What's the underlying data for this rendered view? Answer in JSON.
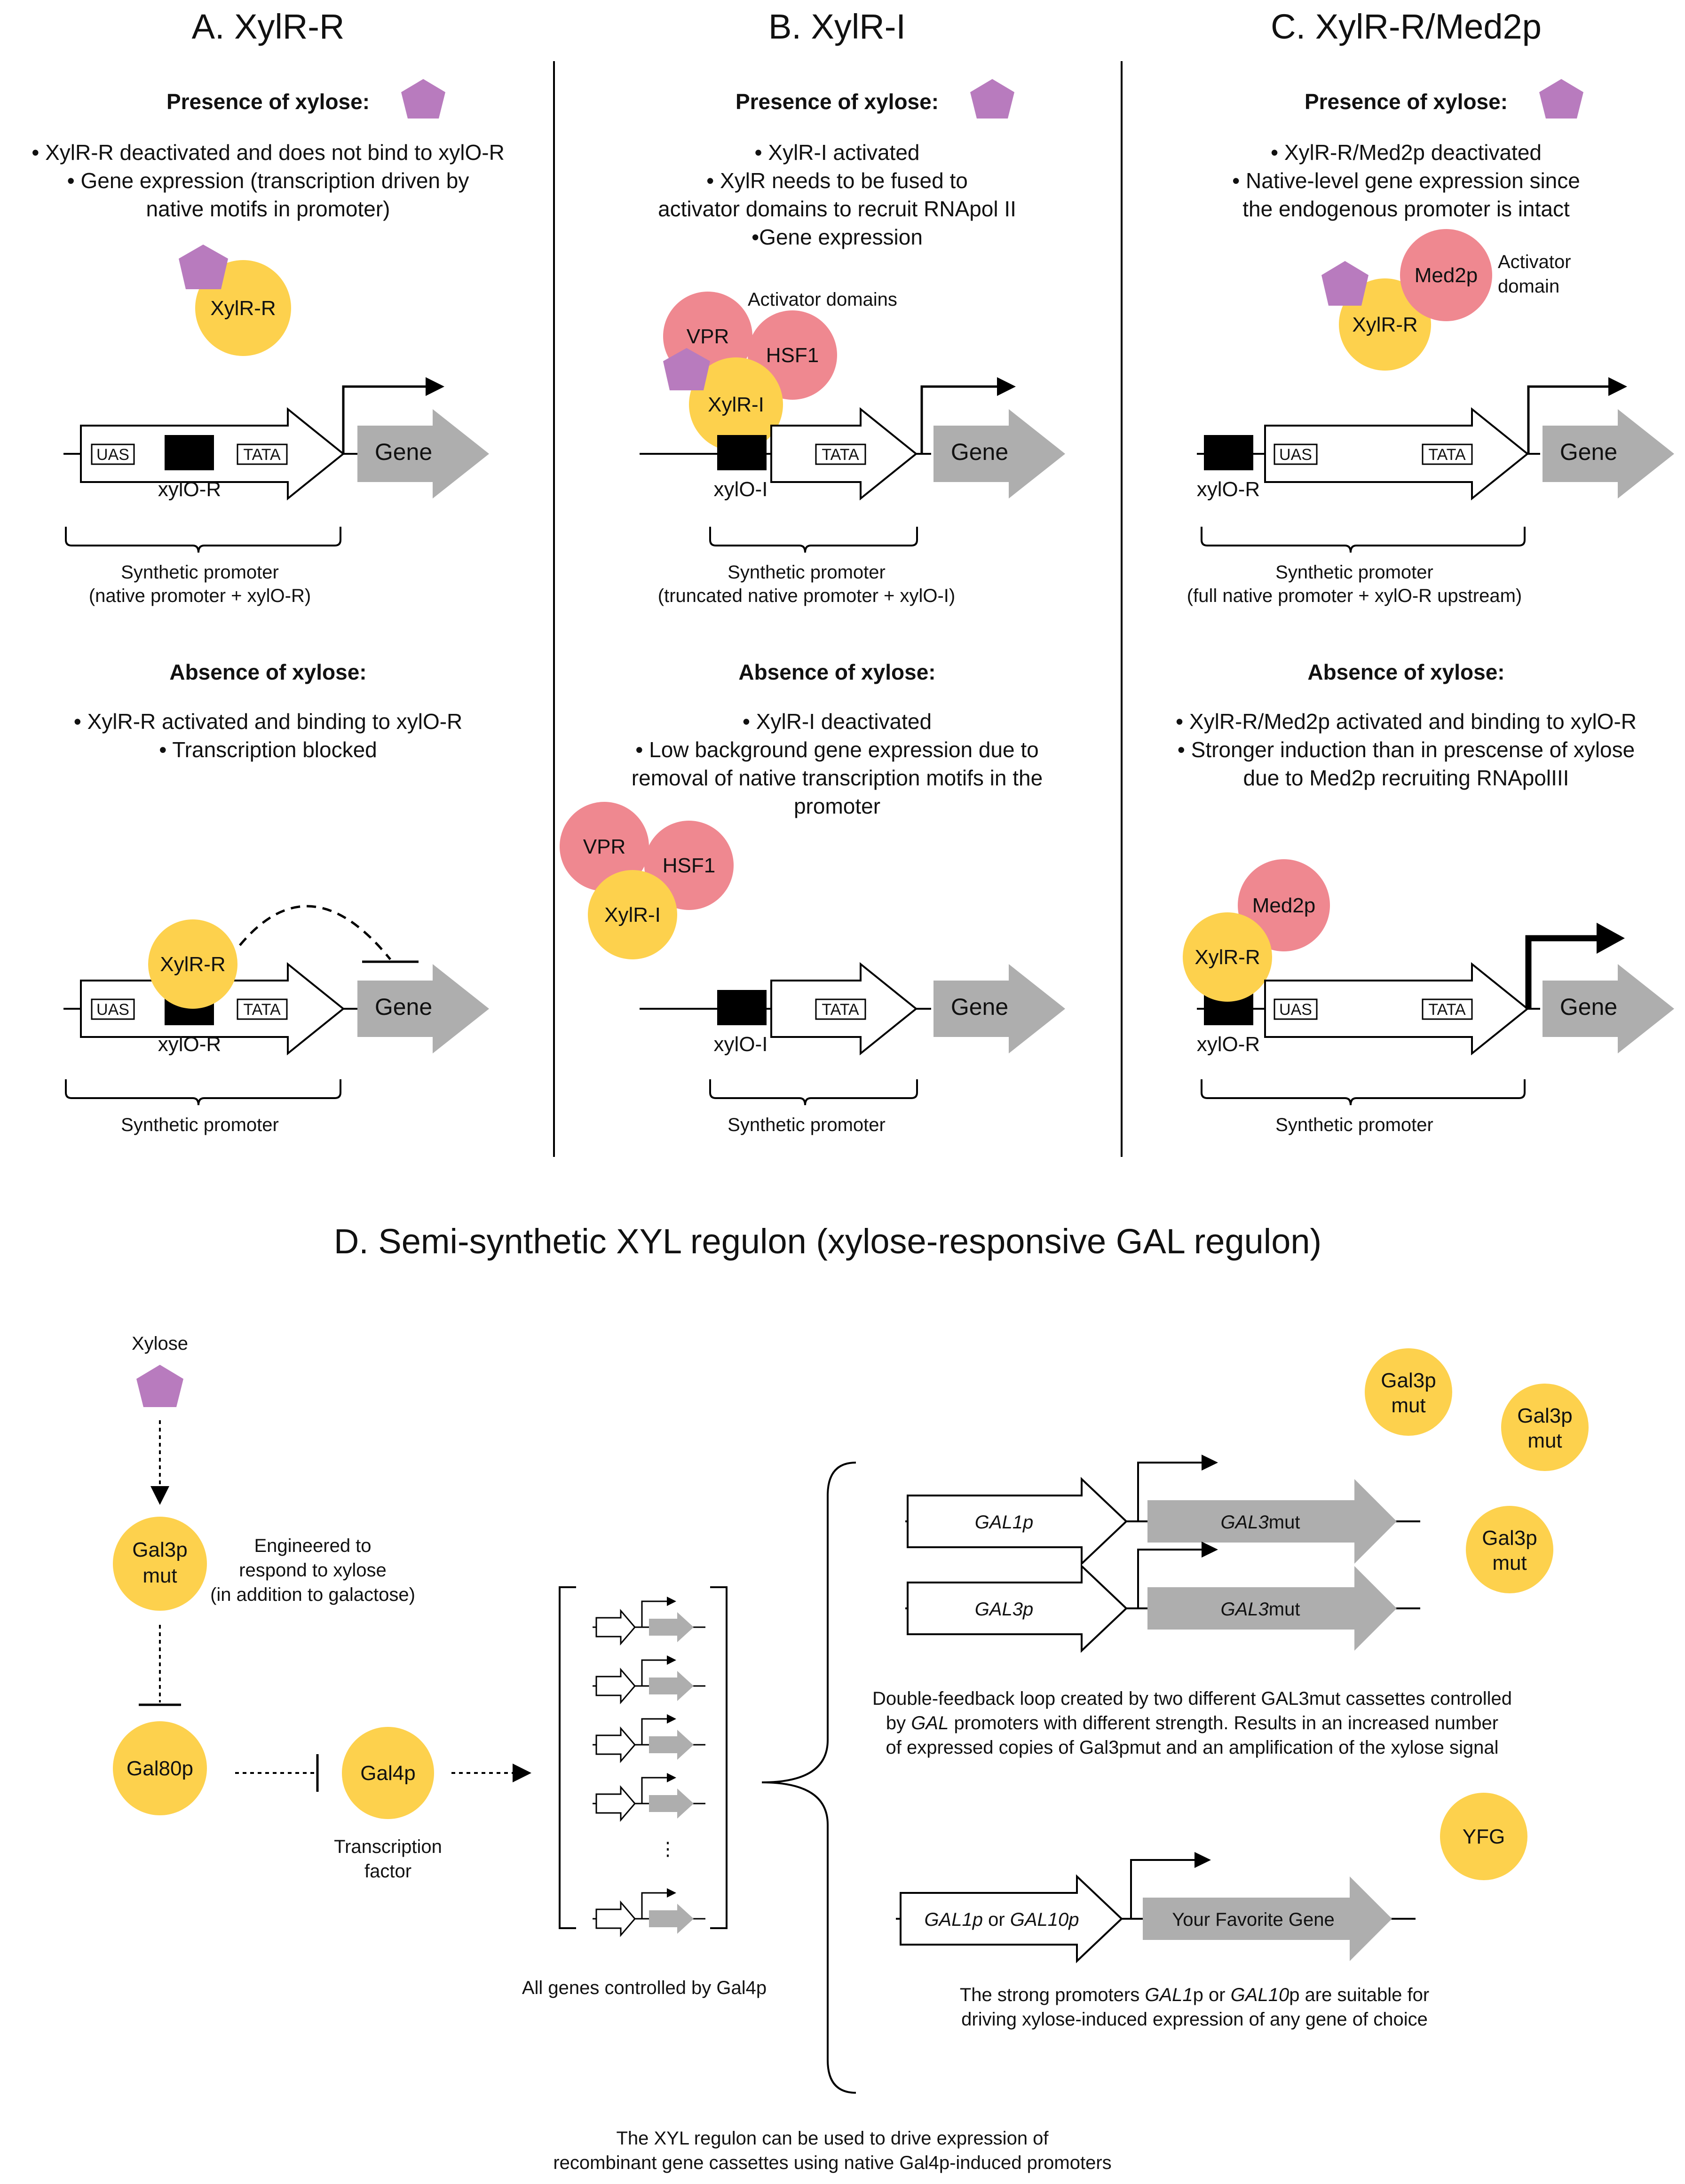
{
  "panels": {
    "a": {
      "title": "A. XylR-R",
      "presence_head": "Presence of xylose:",
      "presence_lines": [
        "• XylR-R deactivated and does not bind to xylO-R",
        "• Gene expression (transcription driven by",
        "native motifs in promoter)"
      ],
      "protein": "XylR-R",
      "uas": "UAS",
      "tata": "TATA",
      "operator": "xylO-R",
      "gene": "Gene",
      "synthetic": "Synthetic promoter",
      "synthetic_sub": "(native promoter + xylO-R)",
      "absence_head": "Absence of xylose:",
      "absence_lines": [
        "• XylR-R activated and binding to xylO-R",
        "• Transcription blocked"
      ]
    },
    "b": {
      "title": "B. XylR-I",
      "presence_head": "Presence of xylose:",
      "presence_lines": [
        "• XylR-I activated",
        "• XylR needs to be fused to",
        "activator domains to recruit RNApol II",
        "•Gene expression"
      ],
      "activator_label": "Activator domains",
      "vpr": "VPR",
      "hsf1": "HSF1",
      "protein": "XylR-I",
      "tata": "TATA",
      "operator": "xylO-I",
      "gene": "Gene",
      "synthetic": "Synthetic promoter",
      "synthetic_sub": "(truncated native promoter + xylO-I)",
      "absence_head": "Absence of xylose:",
      "absence_lines": [
        "• XylR-I deactivated",
        "• Low background gene expression due to",
        "removal of native transcription motifs in the",
        "promoter"
      ]
    },
    "c": {
      "title": "C. XylR-R/Med2p",
      "presence_head": "Presence of xylose:",
      "presence_lines": [
        "• XylR-R/Med2p deactivated",
        "• Native-level gene expression since",
        "the endogenous promoter is intact"
      ],
      "med2p": "Med2p",
      "activator_line1": "Activator",
      "activator_line2": "domain",
      "protein": "XylR-R",
      "uas": "UAS",
      "tata": "TATA",
      "operator": "xylO-R",
      "gene": "Gene",
      "synthetic": "Synthetic promoter",
      "synthetic_sub": "(full native promoter + xylO-R upstream)",
      "absence_head": "Absence of xylose:",
      "absence_lines": [
        "• XylR-R/Med2p activated and binding to xylO-R",
        "• Stronger induction than in prescense of xylose",
        "due to Med2p recruiting RNApolIII"
      ]
    },
    "d": {
      "title": "D. Semi-synthetic XYL regulon (xylose-responsive GAL regulon)",
      "xylose": "Xylose",
      "gal3p_line1": "Gal3p",
      "gal3p_line2": "mut",
      "engineered": [
        "Engineered to",
        "respond to xylose",
        "(in addition to galactose)"
      ],
      "gal80p": "Gal80p",
      "gal4p": "Gal4p",
      "tf": [
        "Transcription",
        "factor"
      ],
      "dots": "⋮",
      "all_genes": "All genes controlled by Gal4p",
      "gal1p": "GAL1p",
      "gal3p_promoter": "GAL3p",
      "gal3mut_it": "GAL3",
      "gal3mut_rest": "mut",
      "feedback": [
        "Double-feedback loop created by two different GAL3mut cassettes controlled",
        "by ",
        "GAL",
        " promoters with different strength. Results in an increased number",
        "of expressed copies of Gal3pmut and an amplification of the xylose signal"
      ],
      "yfg": "YFG",
      "gal1p_or": "GAL1p",
      "or": " or ",
      "gal10p": "GAL10p",
      "your_gene": "Your Favorite Gene",
      "strong_1a": "The strong promoters ",
      "strong_1b": "GAL1",
      "strong_1c": "p or ",
      "strong_1d": "GAL10",
      "strong_1e": "p are suitable for",
      "strong_2": "driving xylose-induced expression of any gene of choice",
      "footer": [
        "The XYL regulon can be used to drive expression of",
        "recombinant gene cassettes using native Gal4p-induced promoters"
      ]
    }
  },
  "colors": {
    "yellow": "#FDD14D",
    "pink": "#EF8890",
    "purple": "#B87BBE",
    "gray_gene": "#AEAEAE",
    "black": "#000000"
  }
}
